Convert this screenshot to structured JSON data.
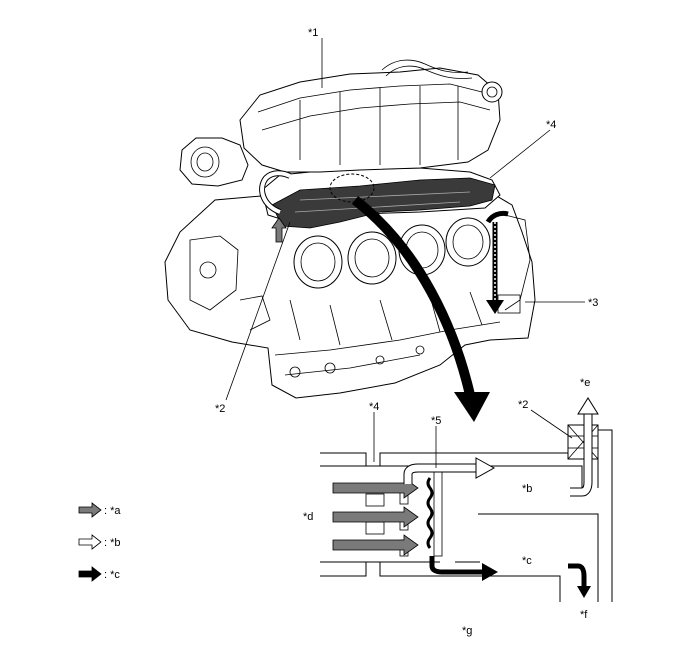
{
  "engine_labels": {
    "intake_manifold": "*1",
    "pcv_valve": "*2",
    "cylinder_block": "*3",
    "cover": "*4"
  },
  "detail_labels": {
    "cover": "*4",
    "baffle": "*5",
    "pcv_valve": "*2",
    "flow_in": "*d",
    "flow_up": "*e",
    "flow_b": "*b",
    "flow_c": "*c",
    "flow_down": "*f",
    "bottom": "*g"
  },
  "legend": [
    {
      "key": "a",
      "label": ": *a",
      "fill": "#7a7a7a"
    },
    {
      "key": "b",
      "label": ": *b",
      "fill": "#ffffff"
    },
    {
      "key": "c",
      "label": ": *c",
      "fill": "#000000"
    }
  ]
}
